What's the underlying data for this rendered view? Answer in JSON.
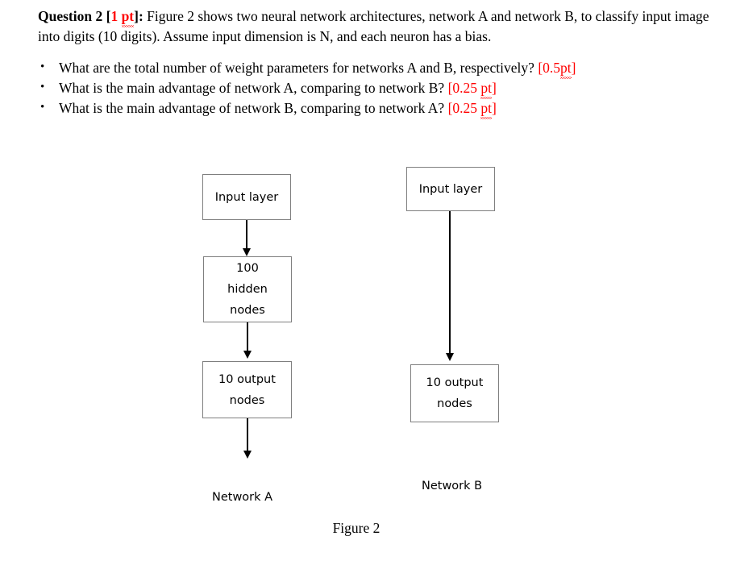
{
  "question": {
    "lead_label": "Question 2",
    "lead_bracket_open": " [",
    "lead_points": "1",
    "lead_points_unit": "pt",
    "lead_bracket_close": "]",
    "lead_colon": ":",
    "body": " Figure 2 shows two neural network architectures, network A and network B, to classify input image into digits (10 digits). Assume input dimension is N, and each neuron has a bias.",
    "bullets": [
      {
        "text": "What are the total number of weight parameters for networks A and B, respectively? ",
        "points_open": "[0.5",
        "points_unit": "pt",
        "points_close": "]"
      },
      {
        "text": "What is the main advantage of network A, comparing to network B? ",
        "points_open": "[0.25 ",
        "points_unit": "pt",
        "points_close": "]"
      },
      {
        "text": "What is the main advantage of network B, comparing to network A? ",
        "points_open": "[0.25 ",
        "points_unit": "pt",
        "points_close": "]"
      }
    ]
  },
  "figure": {
    "caption": "Figure 2",
    "network_a": {
      "label": "Network A",
      "input_box": "Input layer",
      "hidden_box_line1": "100",
      "hidden_box_line2": "hidden",
      "hidden_box_line3": "nodes",
      "output_box_line1": "10 output",
      "output_box_line2": "nodes"
    },
    "network_b": {
      "label": "Network B",
      "input_box": "Input layer",
      "output_box_line1": "10 output",
      "output_box_line2": "nodes"
    }
  },
  "colors": {
    "points_red": "#ff0000",
    "box_border": "#7f7f7f",
    "arrow": "#000000",
    "text": "#000000"
  }
}
